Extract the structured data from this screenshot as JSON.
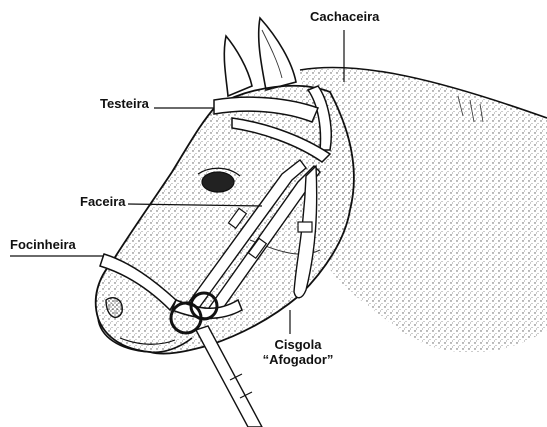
{
  "labels": {
    "cachaceira": "Cachaceira",
    "testeira": "Testeira",
    "faceira": "Faceira",
    "focinheira": "Focinheira",
    "cisgola_line1": "Cisgola",
    "cisgola_line2": "“Afogador”"
  },
  "colors": {
    "ink": "#111111",
    "stipple": "#555555",
    "background": "#ffffff"
  }
}
